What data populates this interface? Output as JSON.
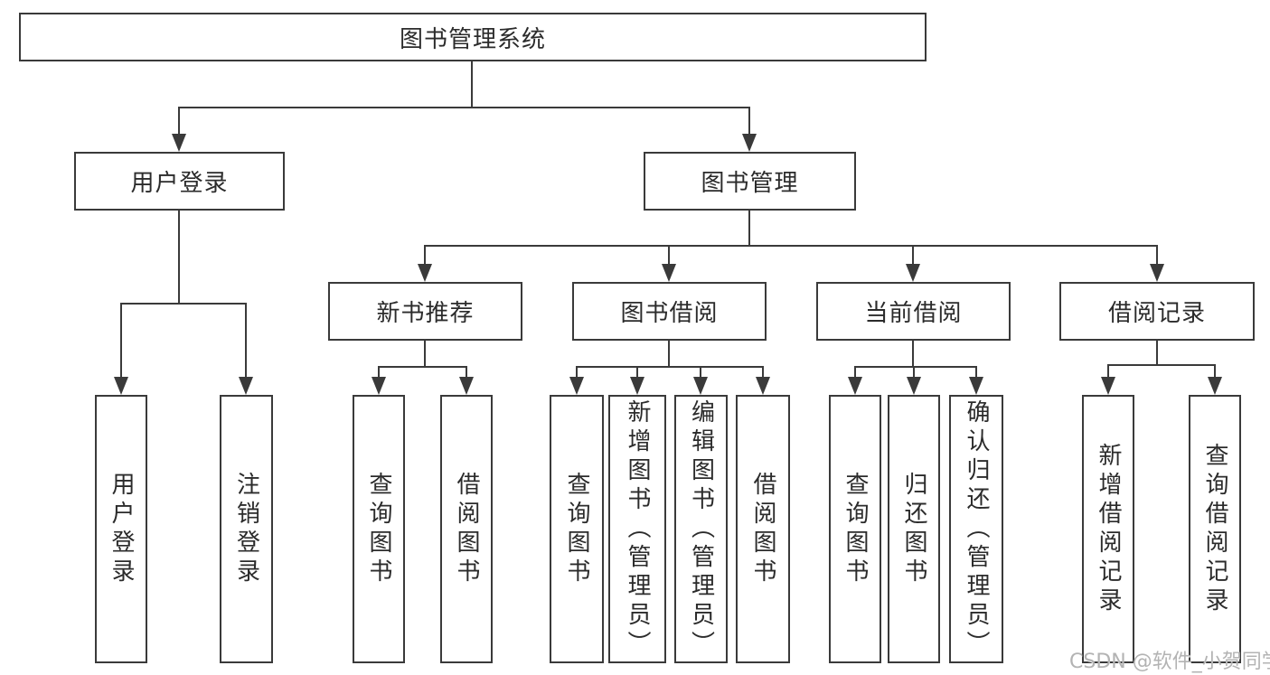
{
  "diagram": {
    "root": {
      "label": "图书管理系统"
    },
    "branches": [
      {
        "label": "用户登录",
        "children": [
          {
            "label": "用户登录"
          },
          {
            "label": "注销登录"
          }
        ]
      },
      {
        "label": "图书管理",
        "children": [
          {
            "label": "新书推荐",
            "children": [
              {
                "label": "查询图书"
              },
              {
                "label": "借阅图书"
              }
            ]
          },
          {
            "label": "图书借阅",
            "children": [
              {
                "label": "查询图书"
              },
              {
                "label": "新增图书（管理员）"
              },
              {
                "label": "编辑图书（管理员）"
              },
              {
                "label": "借阅图书"
              }
            ]
          },
          {
            "label": "当前借阅",
            "children": [
              {
                "label": "查询图书"
              },
              {
                "label": "归还图书"
              },
              {
                "label": "确认归还（管理员）"
              }
            ]
          },
          {
            "label": "借阅记录",
            "children": [
              {
                "label": "新增借阅记录"
              },
              {
                "label": "查询借阅记录"
              }
            ]
          }
        ]
      }
    ]
  },
  "watermark": {
    "text": "CSDN @软件_小贺同学"
  },
  "colors": {
    "line": "#3a3a3a",
    "text": "#2b2b2b",
    "watermark": "#b3b3b3",
    "background": "#ffffff"
  }
}
